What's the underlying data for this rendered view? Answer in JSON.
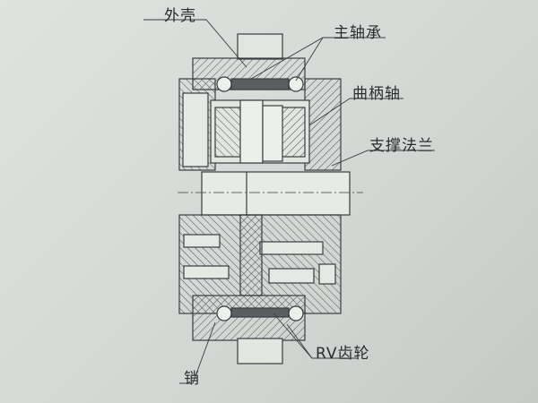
{
  "labels": {
    "housing": "外壳",
    "main_bearing": "主轴承",
    "crankshaft": "曲柄轴",
    "support_flange": "支撑法兰",
    "rv_gear": "RV齿轮",
    "pin": "销"
  },
  "colors": {
    "line": "#3a3d40",
    "paper": "#d8dbd7"
  }
}
